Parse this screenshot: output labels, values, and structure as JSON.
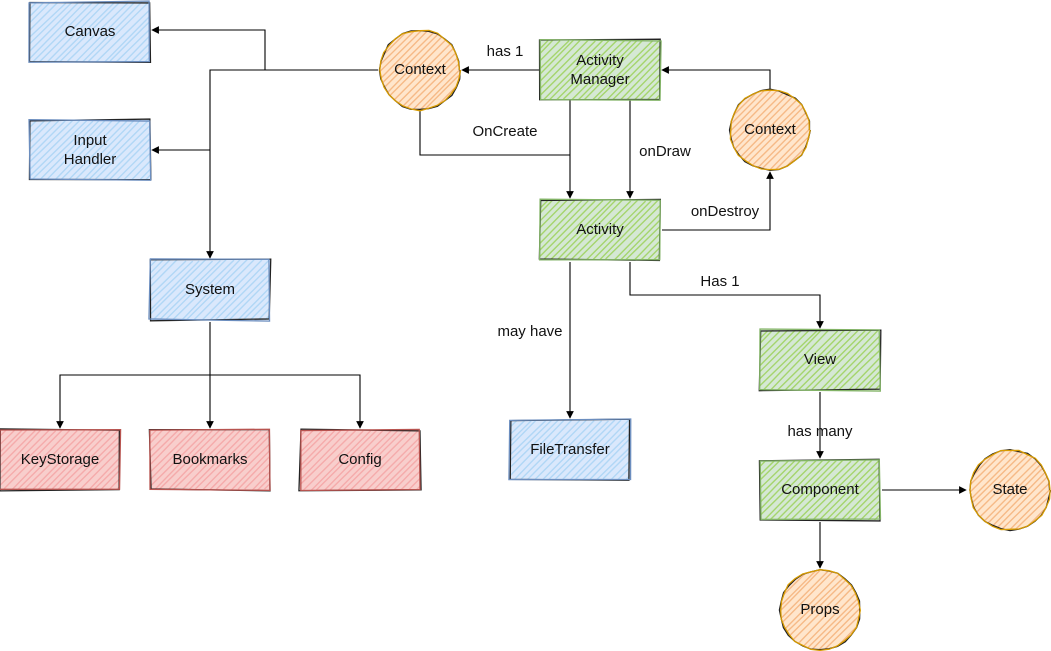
{
  "colors": {
    "blue_fill": "#dae8fc",
    "blue_stroke": "#6c8ebf",
    "green_fill": "#d5e8d4",
    "green_stroke": "#82b366",
    "green_hatch": "#9cd15a",
    "orange_fill": "#ffe6cc",
    "orange_stroke": "#d79b00",
    "orange_hatch": "#f5b27a",
    "red_fill": "#f8cecc",
    "red_stroke": "#b85450",
    "red_hatch": "#f4a5a5",
    "blue_hatch": "#a9d3f5"
  },
  "nodes": {
    "canvas": {
      "label": "Canvas"
    },
    "input_handler": {
      "label": "Input\nHandler"
    },
    "system": {
      "label": "System"
    },
    "keystorage": {
      "label": "KeyStorage"
    },
    "bookmarks": {
      "label": "Bookmarks"
    },
    "config": {
      "label": "Config"
    },
    "context_left": {
      "label": "Context"
    },
    "activity_manager": {
      "label": "Activity\nManager"
    },
    "context_right": {
      "label": "Context"
    },
    "activity": {
      "label": "Activity"
    },
    "filetransfer": {
      "label": "FileTransfer"
    },
    "view": {
      "label": "View"
    },
    "component": {
      "label": "Component"
    },
    "state": {
      "label": "State"
    },
    "props": {
      "label": "Props"
    }
  },
  "edges": {
    "has_1": "has 1",
    "oncreate": "OnCreate",
    "ondraw": "onDraw",
    "ondestroy": "onDestroy",
    "has_1_view": "Has 1",
    "may_have": "may have",
    "has_many": "has many"
  }
}
